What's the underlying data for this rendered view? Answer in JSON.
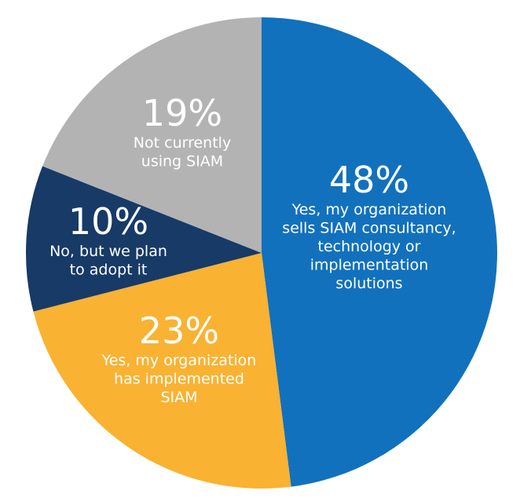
{
  "chart_data": {
    "type": "pie",
    "slices": [
      {
        "value": 48,
        "pct_label": "48%",
        "lines": [
          "Yes, my organization",
          "sells SIAM consultancy,",
          "technology or",
          "implementation",
          "solutions"
        ],
        "color": "#1271bd"
      },
      {
        "value": 23,
        "pct_label": "23%",
        "lines": [
          "Yes, my organization",
          "has implemented",
          "SIAM"
        ],
        "color": "#f9b232"
      },
      {
        "value": 10,
        "pct_label": "10%",
        "lines": [
          "No, but we plan",
          "to adopt it"
        ],
        "color": "#173a67"
      },
      {
        "value": 19,
        "pct_label": "19%",
        "lines": [
          "Not currently",
          "using SIAM"
        ],
        "color": "#b3b3b3"
      }
    ]
  }
}
